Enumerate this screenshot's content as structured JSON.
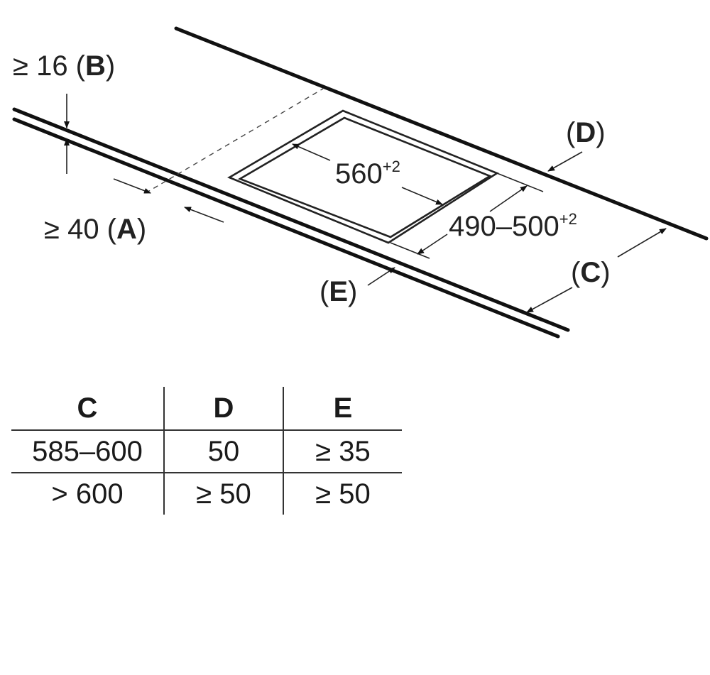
{
  "diagram": {
    "label_b": {
      "prefix": "≥ 16 (",
      "letter": "B",
      "suffix": ")"
    },
    "label_a": {
      "prefix": "≥ 40 (",
      "letter": "A",
      "suffix": ")"
    },
    "label_d": {
      "prefix": "(",
      "letter": "D",
      "suffix": ")"
    },
    "label_c": {
      "prefix": "(",
      "letter": "C",
      "suffix": ")"
    },
    "label_e": {
      "prefix": "(",
      "letter": "E",
      "suffix": ")"
    },
    "dim_length": {
      "value": "560",
      "tolerance": "+2"
    },
    "dim_depth": {
      "value": "490–500",
      "tolerance": "+2"
    }
  },
  "table": {
    "headers": [
      "C",
      "D",
      "E"
    ],
    "rows": [
      [
        "585–600",
        "50",
        "≥ 35"
      ],
      [
        "> 600",
        "≥ 50",
        "≥ 50"
      ]
    ]
  }
}
